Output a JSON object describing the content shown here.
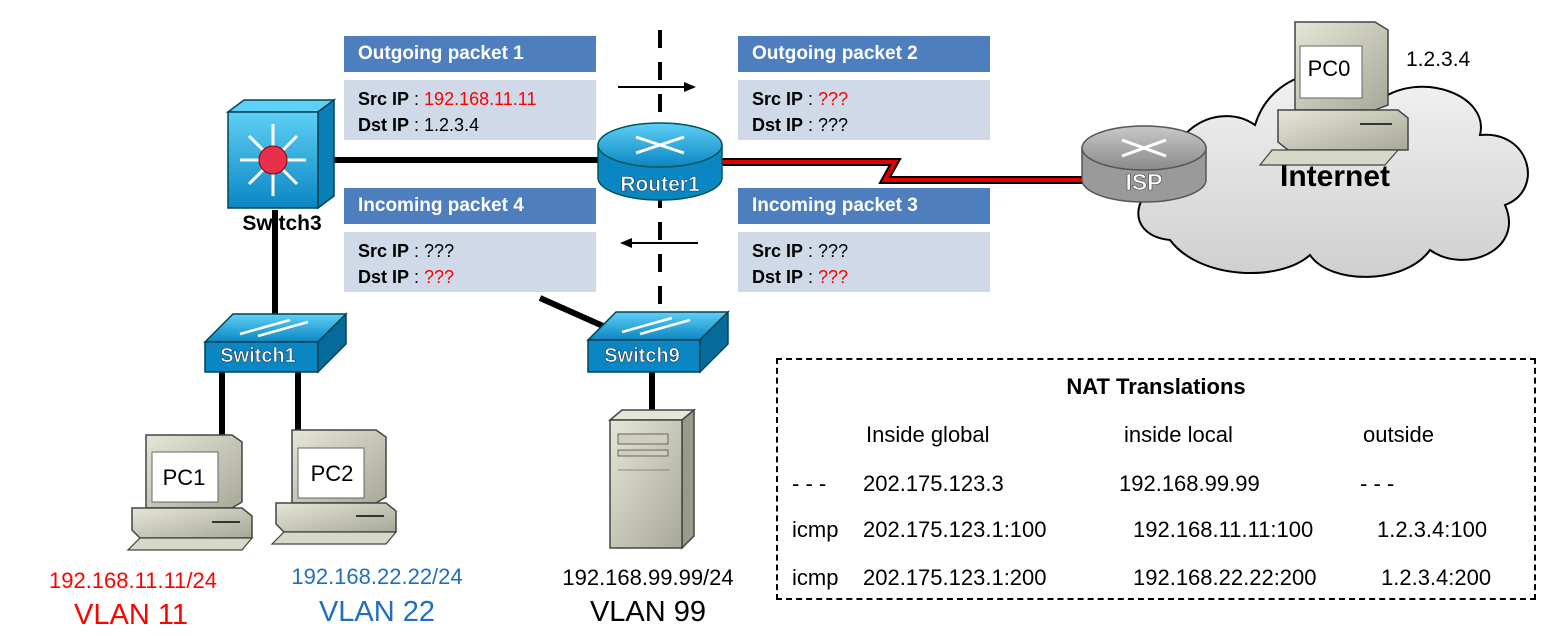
{
  "packets": {
    "out1": {
      "title": "Outgoing packet 1",
      "src_label": "Src IP",
      "src": "192.168.11.11",
      "dst_label": "Dst IP",
      "dst": "1.2.3.4"
    },
    "out2": {
      "title": "Outgoing packet 2",
      "src_label": "Src IP",
      "src": "???",
      "dst_label": "Dst IP",
      "dst": "???"
    },
    "in4": {
      "title": "Incoming packet 4",
      "src_label": "Src IP",
      "src": "???",
      "dst_label": "Dst IP",
      "dst": "???"
    },
    "in3": {
      "title": "Incoming packet 3",
      "src_label": "Src IP",
      "src": "???",
      "dst_label": "Dst IP",
      "dst": "???"
    }
  },
  "devices": {
    "switch3": "Switch3",
    "router1": "Router1",
    "isp": "ISP",
    "internet": "Internet",
    "pc0": "PC0",
    "pc0_ip": "1.2.3.4",
    "switch1": "Switch1",
    "switch9": "Switch9",
    "pc1": "PC1",
    "pc2": "PC2"
  },
  "hosts": {
    "pc1_ip": "192.168.11.11/24",
    "pc1_vlan": "VLAN 11",
    "pc2_ip": "192.168.22.22/24",
    "pc2_vlan": "VLAN 22",
    "server_ip": "192.168.99.99/24",
    "server_vlan": "VLAN 99"
  },
  "nat": {
    "title": "NAT Translations",
    "headers": [
      "Inside global",
      "inside local",
      "outside"
    ],
    "rows": [
      [
        "- - -",
        "202.175.123.3",
        "192.168.99.99",
        "- - -"
      ],
      [
        "icmp",
        "202.175.123.1:100",
        "192.168.11.11:100",
        "1.2.3.4:100"
      ],
      [
        "icmp",
        "202.175.123.1:200",
        "192.168.22.22:200",
        "1.2.3.4:200"
      ]
    ]
  },
  "colors": {
    "header_blue": "#4f7ebf",
    "body_blue": "#d0d9e8",
    "red": "#ff0000",
    "vlan22_blue": "#1f6fbf",
    "device_cyan": "#1ea0d8"
  }
}
